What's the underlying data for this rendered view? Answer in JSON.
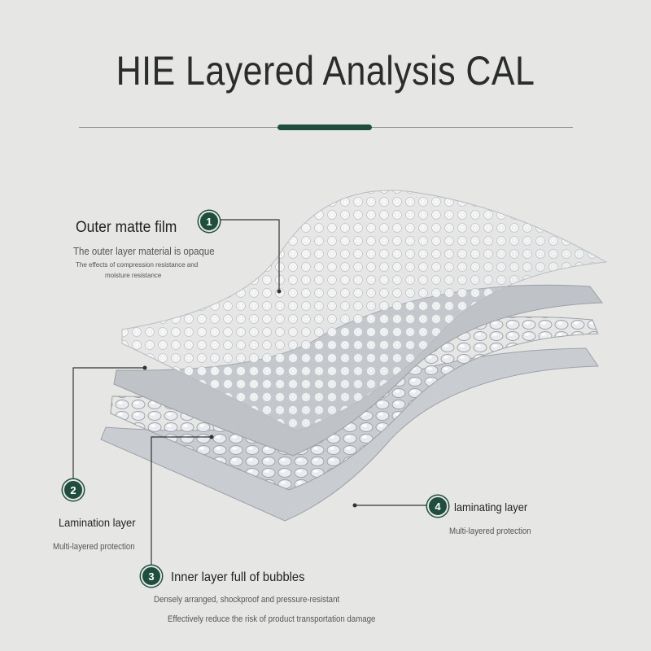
{
  "title": "HIE Layered Analysis CAL",
  "colors": {
    "accent": "#1f4d3e",
    "background": "#e6e6e5"
  },
  "callouts": [
    {
      "number": "1",
      "title": "Outer matte film",
      "subtitle": "The outer layer material is opaque",
      "notes": [
        "The effects of compression resistance and",
        "moisture resistance"
      ]
    },
    {
      "number": "2",
      "title": "Lamination layer",
      "subtitle": "Multi-layered protection"
    },
    {
      "number": "3",
      "title": "Inner layer full of bubbles",
      "subtitle": "Densely arranged, shockproof and pressure-resistant",
      "note": "Effectively reduce the risk of product transportation damage"
    },
    {
      "number": "4",
      "title": "laminating layer",
      "subtitle": "Multi-layered protection"
    }
  ]
}
